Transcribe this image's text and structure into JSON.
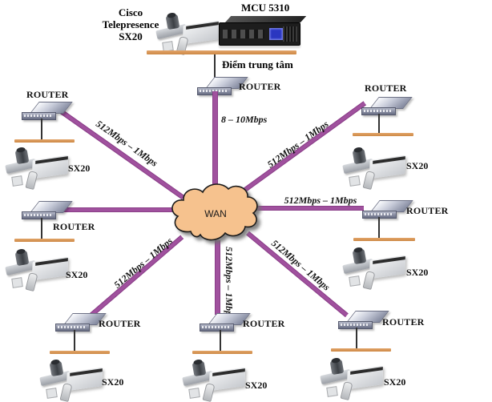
{
  "header": {
    "endpoint_label": "Cisco Telepresence SX20",
    "mcu_label": "MCU 5310",
    "central_point_label": "Điểm trung tâm"
  },
  "wan": {
    "label": "WAN"
  },
  "labels": {
    "router": "ROUTER",
    "sx20": "SX20"
  },
  "links": {
    "hub_bandwidth": "8 – 10Mbps",
    "branch_bandwidth": "512Mbps – 1Mbps"
  },
  "colors": {
    "link_purple": "#A0519E",
    "lan_bar_orange": "#DC985A",
    "cloud_fill": "#F6C28E",
    "cloud_outline": "#1a1a1a"
  }
}
